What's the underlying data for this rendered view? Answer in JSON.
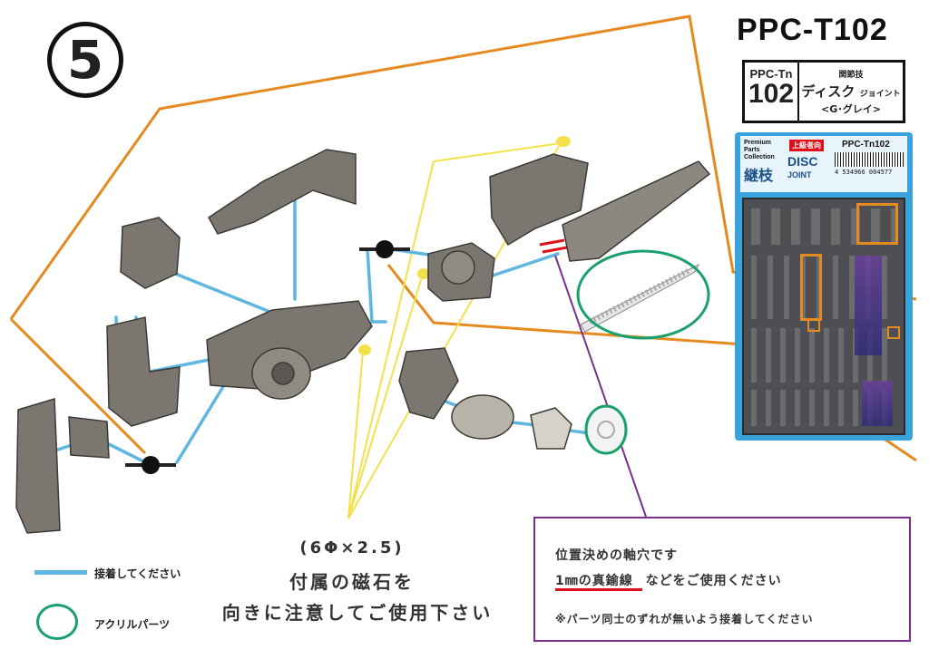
{
  "step": {
    "number": "5"
  },
  "product": {
    "code": "PPC-T102"
  },
  "badge": {
    "code": "PPC-Tn",
    "number": "102",
    "category": "関節技",
    "name_main": "ディスク",
    "name_sub": "ジョイント",
    "color": "<G･グレイ>"
  },
  "package": {
    "runner_code": "PPC-Tn102",
    "disc_label": "DISC",
    "joint_label": "JOINT",
    "barcode_digits": "4 534966 004577",
    "brand_lines": [
      "Premium",
      "Parts",
      "Collection"
    ],
    "series_glyph": "継枝",
    "top_badge": "上級者向"
  },
  "magnet_note": {
    "line1": "(6Φ×2.5)",
    "line2": "付属の磁石を",
    "line3": "向きに注意してご使用下さい"
  },
  "legend": {
    "glue_label": "接着してください",
    "acrylic_label": "アクリルパーツ"
  },
  "note": {
    "title": "位置決めの軸穴です",
    "line2_emph": "1㎜の真鍮線",
    "line2_rest": "などをご使用ください",
    "line3": "※パーツ同士のずれが無いよう接着してください"
  },
  "colors": {
    "glue_line": "#5fb6e0",
    "orange_outline": "#e58a1f",
    "yellow_lines": "#f2e14a",
    "acrylic_ring": "#1aa06a",
    "note_border": "#7a2e8e",
    "emphasis_red": "#e0101a",
    "part_gray": "#7b7770"
  }
}
